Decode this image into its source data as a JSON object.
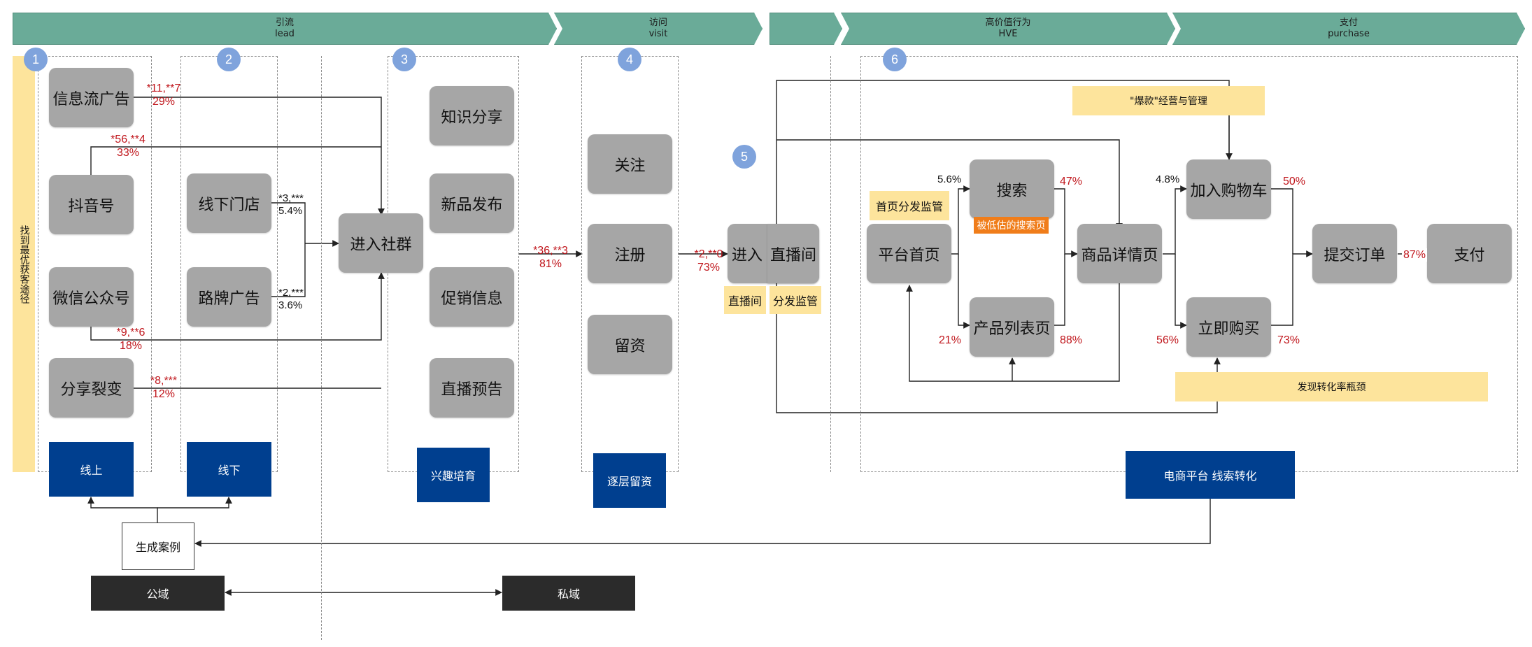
{
  "stages": {
    "lead": {
      "cn": "引流",
      "en": "lead"
    },
    "visit": {
      "cn": "访问",
      "en": "visit"
    },
    "hve": {
      "cn": "高价值行为",
      "en": "HVE"
    },
    "purchase": {
      "cn": "支付",
      "en": "purchase"
    }
  },
  "side_label": "找到最优获客途径",
  "steps": [
    "1",
    "2",
    "3",
    "4",
    "5",
    "6"
  ],
  "online_channels": [
    "信息流广告",
    "抖音号",
    "微信公众号",
    "分享裂变"
  ],
  "offline_channels": [
    "线下门店",
    "路牌广告"
  ],
  "community": "进入社群",
  "content_items": [
    "知识分享",
    "新品发布",
    "促销信息",
    "直播预告"
  ],
  "visit_actions": [
    "关注",
    "注册",
    "留资"
  ],
  "live": {
    "enter": "进入",
    "room": "直播间",
    "tag_left": "直播间",
    "tag_right": "分发监管"
  },
  "funnel": {
    "homepage": "平台首页",
    "search": "搜索",
    "product_list": "产品列表页",
    "product_detail": "商品详情页",
    "add_cart": "加入购物车",
    "buy_now": "立即购买",
    "submit_order": "提交订单",
    "pay": "支付"
  },
  "tags": {
    "hot_item": "\"爆款\"经营与管理",
    "homepage_monitor": "首页分发监管",
    "search_undervalued": "被低估的搜索页",
    "bottleneck": "发现转化率瓶颈"
  },
  "blue_labels": {
    "online": "线上",
    "offline": "线下",
    "interest": "兴趣培育",
    "retention": "逐层留资",
    "ecommerce": "电商平台 线索转化"
  },
  "cases": "生成案例",
  "domains": {
    "public": "公域",
    "private": "私域"
  },
  "metrics": {
    "feed_a": "*11,**7",
    "feed_b": "29%",
    "douyin_a": "*56,**4",
    "douyin_b": "33%",
    "wechat_a": "*9,**6",
    "wechat_b": "18%",
    "share_a": "*8,***",
    "share_b": "12%",
    "store_a": "*3,***",
    "store_b": "5.4%",
    "billboard_a": "*2,***",
    "billboard_b": "3.6%",
    "community_a": "*36,**3",
    "community_b": "81%",
    "visit_a": "*2,**0",
    "visit_b": "73%",
    "search_in": "5.6%",
    "search_out": "47%",
    "list_in": "21%",
    "list_out": "88%",
    "cart_in": "4.8%",
    "cart_out": "50%",
    "buy_in": "56%",
    "buy_out": "73%",
    "order_out": "87%"
  },
  "colors": {
    "stage": "#6aab98",
    "node": "#a6a6a6",
    "blue": "#003f8f",
    "metric": "#c0161c",
    "highlight": "#fde49c",
    "orange": "#f07d1a",
    "step": "#7fa3dc"
  }
}
